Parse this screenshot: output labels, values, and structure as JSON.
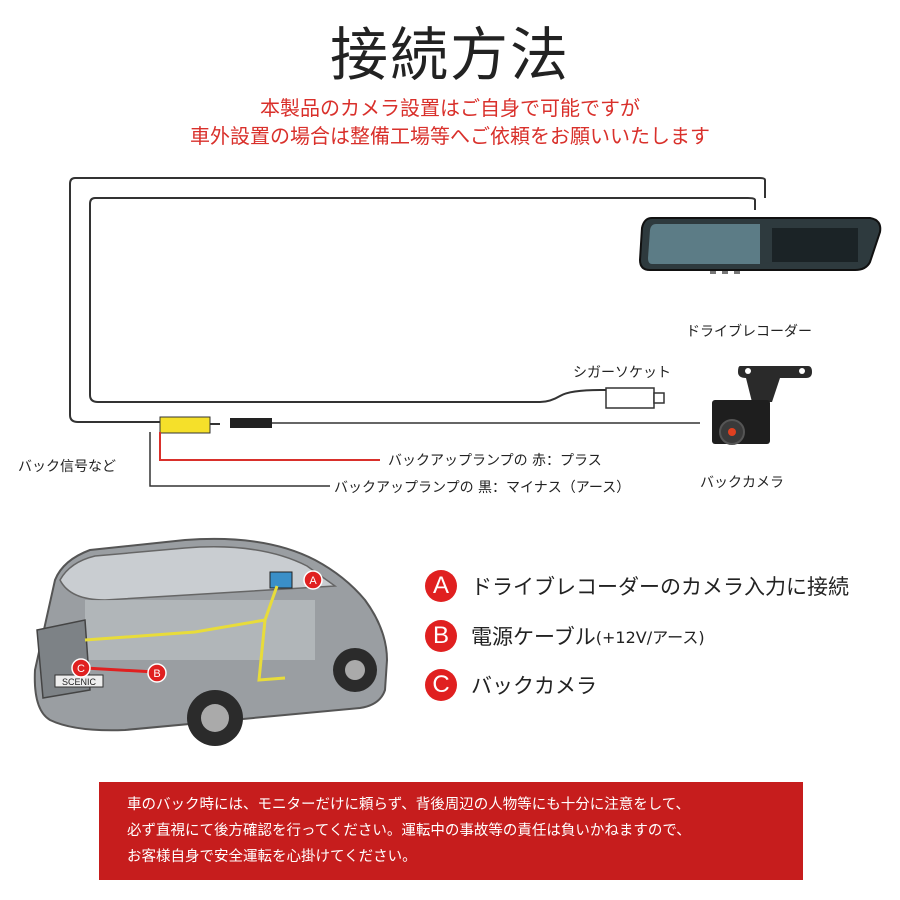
{
  "title": "接続方法",
  "subtitle": {
    "line1": "本製品のカメラ設置はご自身で可能ですが",
    "line2": "車外設置の場合は整備工場等へご依頼をお願いいたします"
  },
  "diagram": {
    "recorder_label": "ドライブレコーダー",
    "socket_label": "シガーソケット",
    "back_signal_label": "バック信号など",
    "red_wire_label": "バックアップランプの 赤：プラス",
    "black_wire_label": "バックアップランプの 黒：マイナス（アース）",
    "camera_label": "バックカメラ"
  },
  "car_illustration": {
    "badge_a": "A",
    "badge_b": "B",
    "badge_c": "C",
    "plate_text": "SCENIC"
  },
  "legend": [
    {
      "badge": "A",
      "text": "ドライブレコーダーのカメラ入力に接続",
      "small": ""
    },
    {
      "badge": "B",
      "text": "電源ケーブル",
      "small": "(+12V/アース)"
    },
    {
      "badge": "C",
      "text": "バックカメラ",
      "small": ""
    }
  ],
  "warning": {
    "line1": "車のバック時には、モニターだけに頼らず、背後周辺の人物等にも十分に注意をして、",
    "line2": "必ず直視にて後方確認を行ってください。運転中の事故等の責任は負いかねますので、",
    "line3": "お客様自身で安全運転を心掛けてください。"
  },
  "colors": {
    "accent_red": "#d9302b",
    "badge_red": "#e02020",
    "warning_bg": "#c61d1d",
    "connector_yellow": "#f5e02a",
    "wire_yellow": "#e8dc3a"
  }
}
